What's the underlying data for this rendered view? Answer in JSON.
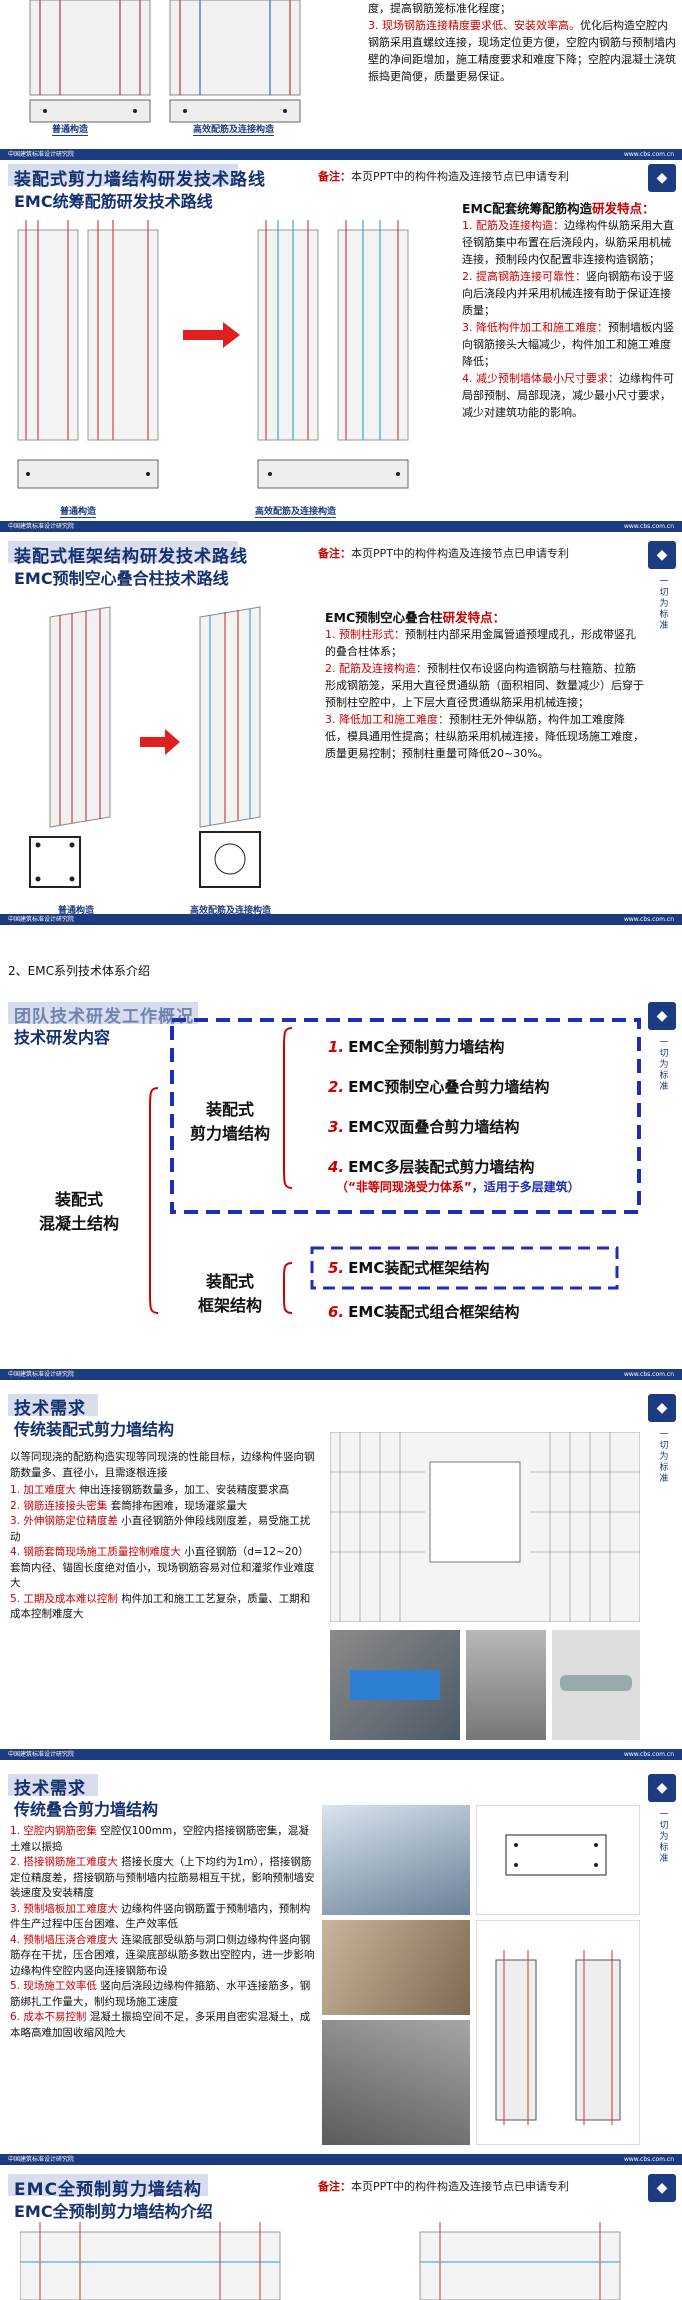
{
  "footer": {
    "left": "中国建筑标准设计研究院",
    "right": "www.cbs.com.cn"
  },
  "logo_vertical": "一切为标准",
  "slide1": {
    "text_top": "度，提高钢筋笼标准化程度；",
    "point3": "3. 现场钢筋连接精度要求低、安装效率高。",
    "point3_body": "优化后构造空腔内钢筋采用直螺纹连接，现场定位更方便，空腔内钢筋与预制墙内壁的净间距增加，施工精度要求和难度下降；空腔内混凝土浇筑振捣更简便，质量更易保证。",
    "cap_left": "普通构造",
    "cap_right": "高效配筋及连接构造"
  },
  "slide2": {
    "title1": "装配式剪力墙结构研发技术路线",
    "title2": "EMC统筹配筋研发技术路线",
    "note_label": "备注：",
    "note": "本页PPT中的构件构造及连接节点已申请专利",
    "feat_head_black": "EMC配套统筹配筋构造",
    "feat_head_red": "研发特点：",
    "items": [
      {
        "lead": "1. 配筋及连接构造：",
        "body": "边缘构件纵筋采用大直径钢筋集中布置在后浇段内，纵筋采用机械连接，预制段内仅配置非连接构造钢筋；"
      },
      {
        "lead": "2. 提高钢筋连接可靠性：",
        "body": "竖向钢筋布设于竖向后浇段内并采用机械连接有助于保证连接质量；"
      },
      {
        "lead": "3. 降低构件加工和施工难度：",
        "body": "预制墙板内竖向钢筋接头大幅减少，构件加工和施工难度降低；"
      },
      {
        "lead": "4. 减少预制墙体最小尺寸要求：",
        "body": "边缘构件可局部预制、局部现浇，减少最小尺寸要求，减少对建筑功能的影响。"
      }
    ],
    "cap_left": "普通构造",
    "cap_right": "高效配筋及连接构造"
  },
  "slide3": {
    "title1": "装配式框架结构研发技术路线",
    "title2": "EMC预制空心叠合柱技术路线",
    "note_label": "备注：",
    "note": "本页PPT中的构件构造及连接节点已申请专利",
    "feat_head_black": "EMC预制空心叠合柱",
    "feat_head_red": "研发特点：",
    "items": [
      {
        "lead": "1. 预制柱形式：",
        "body": "预制柱内部采用金属管道预埋成孔，形成带竖孔的叠合柱体系；"
      },
      {
        "lead": "2. 配筋及连接构造：",
        "body": "预制柱仅布设竖向构造钢筋与柱箍筋、拉筋形成钢筋笼，采用大直径贯通纵筋（面积相同、数量减少）后穿于预制柱空腔中，上下层大直径贯通纵筋采用机械连接；"
      },
      {
        "lead": "3. 降低加工和施工难度：",
        "body": "预制柱无外伸纵筋，构件加工难度降低，模具通用性提高；柱纵筋采用机械连接，降低现场施工难度，质量更易控制；预制柱重量可降低20~30%。"
      }
    ],
    "cap_left": "普通构造",
    "cap_right": "高效配筋及连接构造"
  },
  "section": {
    "heading": "2、EMC系列技术体系介绍"
  },
  "slide4": {
    "title1": "团队技术研发工作概况",
    "title2": "技术研发内容",
    "root": "装配式\n混凝土结构",
    "branch1": "装配式\n剪力墙结构",
    "branch2": "装配式\n框架结构",
    "items": [
      {
        "num": "1.",
        "text": "EMC全预制剪力墙结构"
      },
      {
        "num": "2.",
        "text": "EMC预制空心叠合剪力墙结构"
      },
      {
        "num": "3.",
        "text": "EMC双面叠合剪力墙结构"
      },
      {
        "num": "4.",
        "text": "EMC多层装配式剪力墙结构"
      },
      {
        "num": "5.",
        "text": "EMC装配式框架结构"
      },
      {
        "num": "6.",
        "text": "EMC装配式组合框架结构"
      }
    ],
    "item4_note_red": "（“非等同现浇受力体系”",
    "item4_note_blue": "，适用于多层建筑）"
  },
  "slide5": {
    "title1": "技术需求",
    "title2": "传统装配式剪力墙结构",
    "intro": "以等同现浇的配筋构造实现等同现浇的性能目标，边缘构件竖向钢筋数量多、直径小，且需逐根连接",
    "points": [
      {
        "lead": "1. 加工难度大",
        "body": " 伸出连接钢筋数量多，加工、安装精度要求高"
      },
      {
        "lead": "2. 钢筋连接接头密集",
        "body": " 套筒排布困难，现场灌浆量大"
      },
      {
        "lead": "3. 外伸钢筋定位精度差",
        "body": " 小直径钢筋外伸段线刚度差，易受施工扰动"
      },
      {
        "lead": "4. 钢筋套筒现场施工质量控制难度大",
        "body": " 小直径钢筋（d=12~20）套筒内径、锚固长度绝对值小，现场钢筋容易对位和灌浆作业难度大"
      },
      {
        "lead": "5. 工期及成本难以控制",
        "body": " 构件加工和施工工艺复杂，质量、工期和成本控制难度大"
      }
    ]
  },
  "slide6": {
    "title1": "技术需求",
    "title2": "传统叠合剪力墙结构",
    "points": [
      {
        "lead": "1. 空腔内钢筋密集",
        "body": " 空腔仅100mm，空腔内搭接钢筋密集，混凝土难以振捣"
      },
      {
        "lead": "2. 搭接钢筋施工难度大",
        "body": " 搭接长度大（上下均约为1m），搭接钢筋定位精度差，搭接钢筋与预制墙内拉筋易相互干扰，影响预制墙安装速度及安装精度"
      },
      {
        "lead": "3. 预制墙板加工难度大",
        "body": " 边缘构件竖向钢筋置于预制墙内，预制构件生产过程中压台困难、生产效率低"
      },
      {
        "lead": "4. 预制墙压浇合难度大",
        "body": " 连梁底部受纵筋与洞口侧边缘构件竖向钢筋存在干扰，压合困难，连梁底部纵筋多数出空腔内，进一步影响边缘构件空腔内竖向连接钢筋布设"
      },
      {
        "lead": "5. 现场施工效率低",
        "body": " 竖向后浇段边缘构件箍筋、水平连接筋多，钢筋绑扎工作量大，制约现场施工速度"
      },
      {
        "lead": "6. 成本不易控制",
        "body": " 混凝土振捣空间不足，多采用自密实混凝土，成本略高难加固收缩风险大"
      }
    ]
  },
  "slide7": {
    "title1": "EMC全预制剪力墙结构",
    "title2": "EMC全预制剪力墙结构介绍",
    "note_label": "备注：",
    "note": "本页PPT中的构件构造及连接节点已申请专利"
  }
}
